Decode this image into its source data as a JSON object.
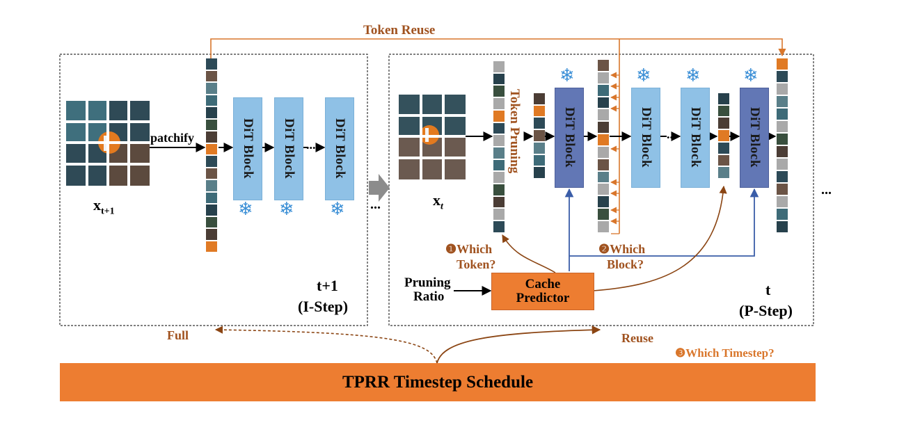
{
  "token_reuse_label": "Token Reuse",
  "left_panel": {
    "input_label_main": "x",
    "input_label_sub": "t+1",
    "patchify_label": "patchify",
    "blocks": [
      "DiT Block",
      "DiT Block",
      "DiT Block"
    ],
    "dots": "...",
    "step_label_line1": "t+1",
    "step_label_line2": "(I-Step)"
  },
  "between_dots": "...",
  "right_panel": {
    "input_label_main": "x",
    "input_label_sub": "t",
    "token_pruning_label": "Token Pruning",
    "blocks": [
      "DiT Block",
      "DiT Block",
      "DiT Block",
      "DiT Block"
    ],
    "dots": "...",
    "which_token_line1": "❶Which",
    "which_token_line2": "Token?",
    "which_block_line1": "❷Which",
    "which_block_line2": "Block?",
    "pruning_ratio_line1": "Pruning",
    "pruning_ratio_line2": "Ratio",
    "cache_predictor_line1": "Cache",
    "cache_predictor_line2": "Predictor",
    "step_label_line1": "t",
    "step_label_line2": "(P-Step)"
  },
  "trailing_dots": "...",
  "full_label": "Full",
  "reuse_label": "Reuse",
  "which_timestep_label": "❸Which Timestep?",
  "schedule_label": "TPRR Timestep Schedule",
  "colors": {
    "orange": "#ed7d31",
    "brown_text": "#a0521f",
    "light_block": "#8fc1e6",
    "dark_block": "#6277b5",
    "arrow_blue": "#3a5da8",
    "arrow_brown": "#8b4513"
  }
}
